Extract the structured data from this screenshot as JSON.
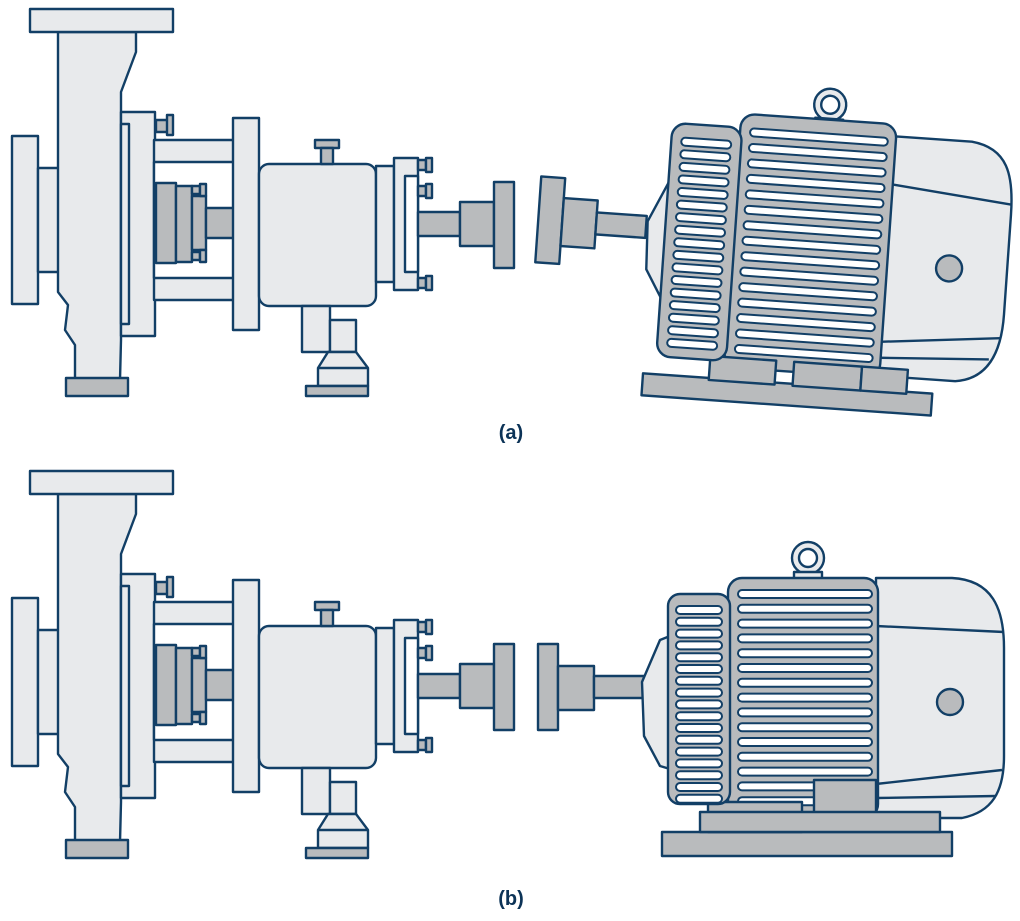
{
  "panels": [
    {
      "label": "(a)",
      "condition": "misaligned"
    },
    {
      "label": "(b)",
      "condition": "aligned"
    }
  ],
  "colors": {
    "outline": "#123f66",
    "light_fill": "#e8eaec",
    "mid_fill": "#b9bbbd",
    "white": "#ffffff"
  }
}
